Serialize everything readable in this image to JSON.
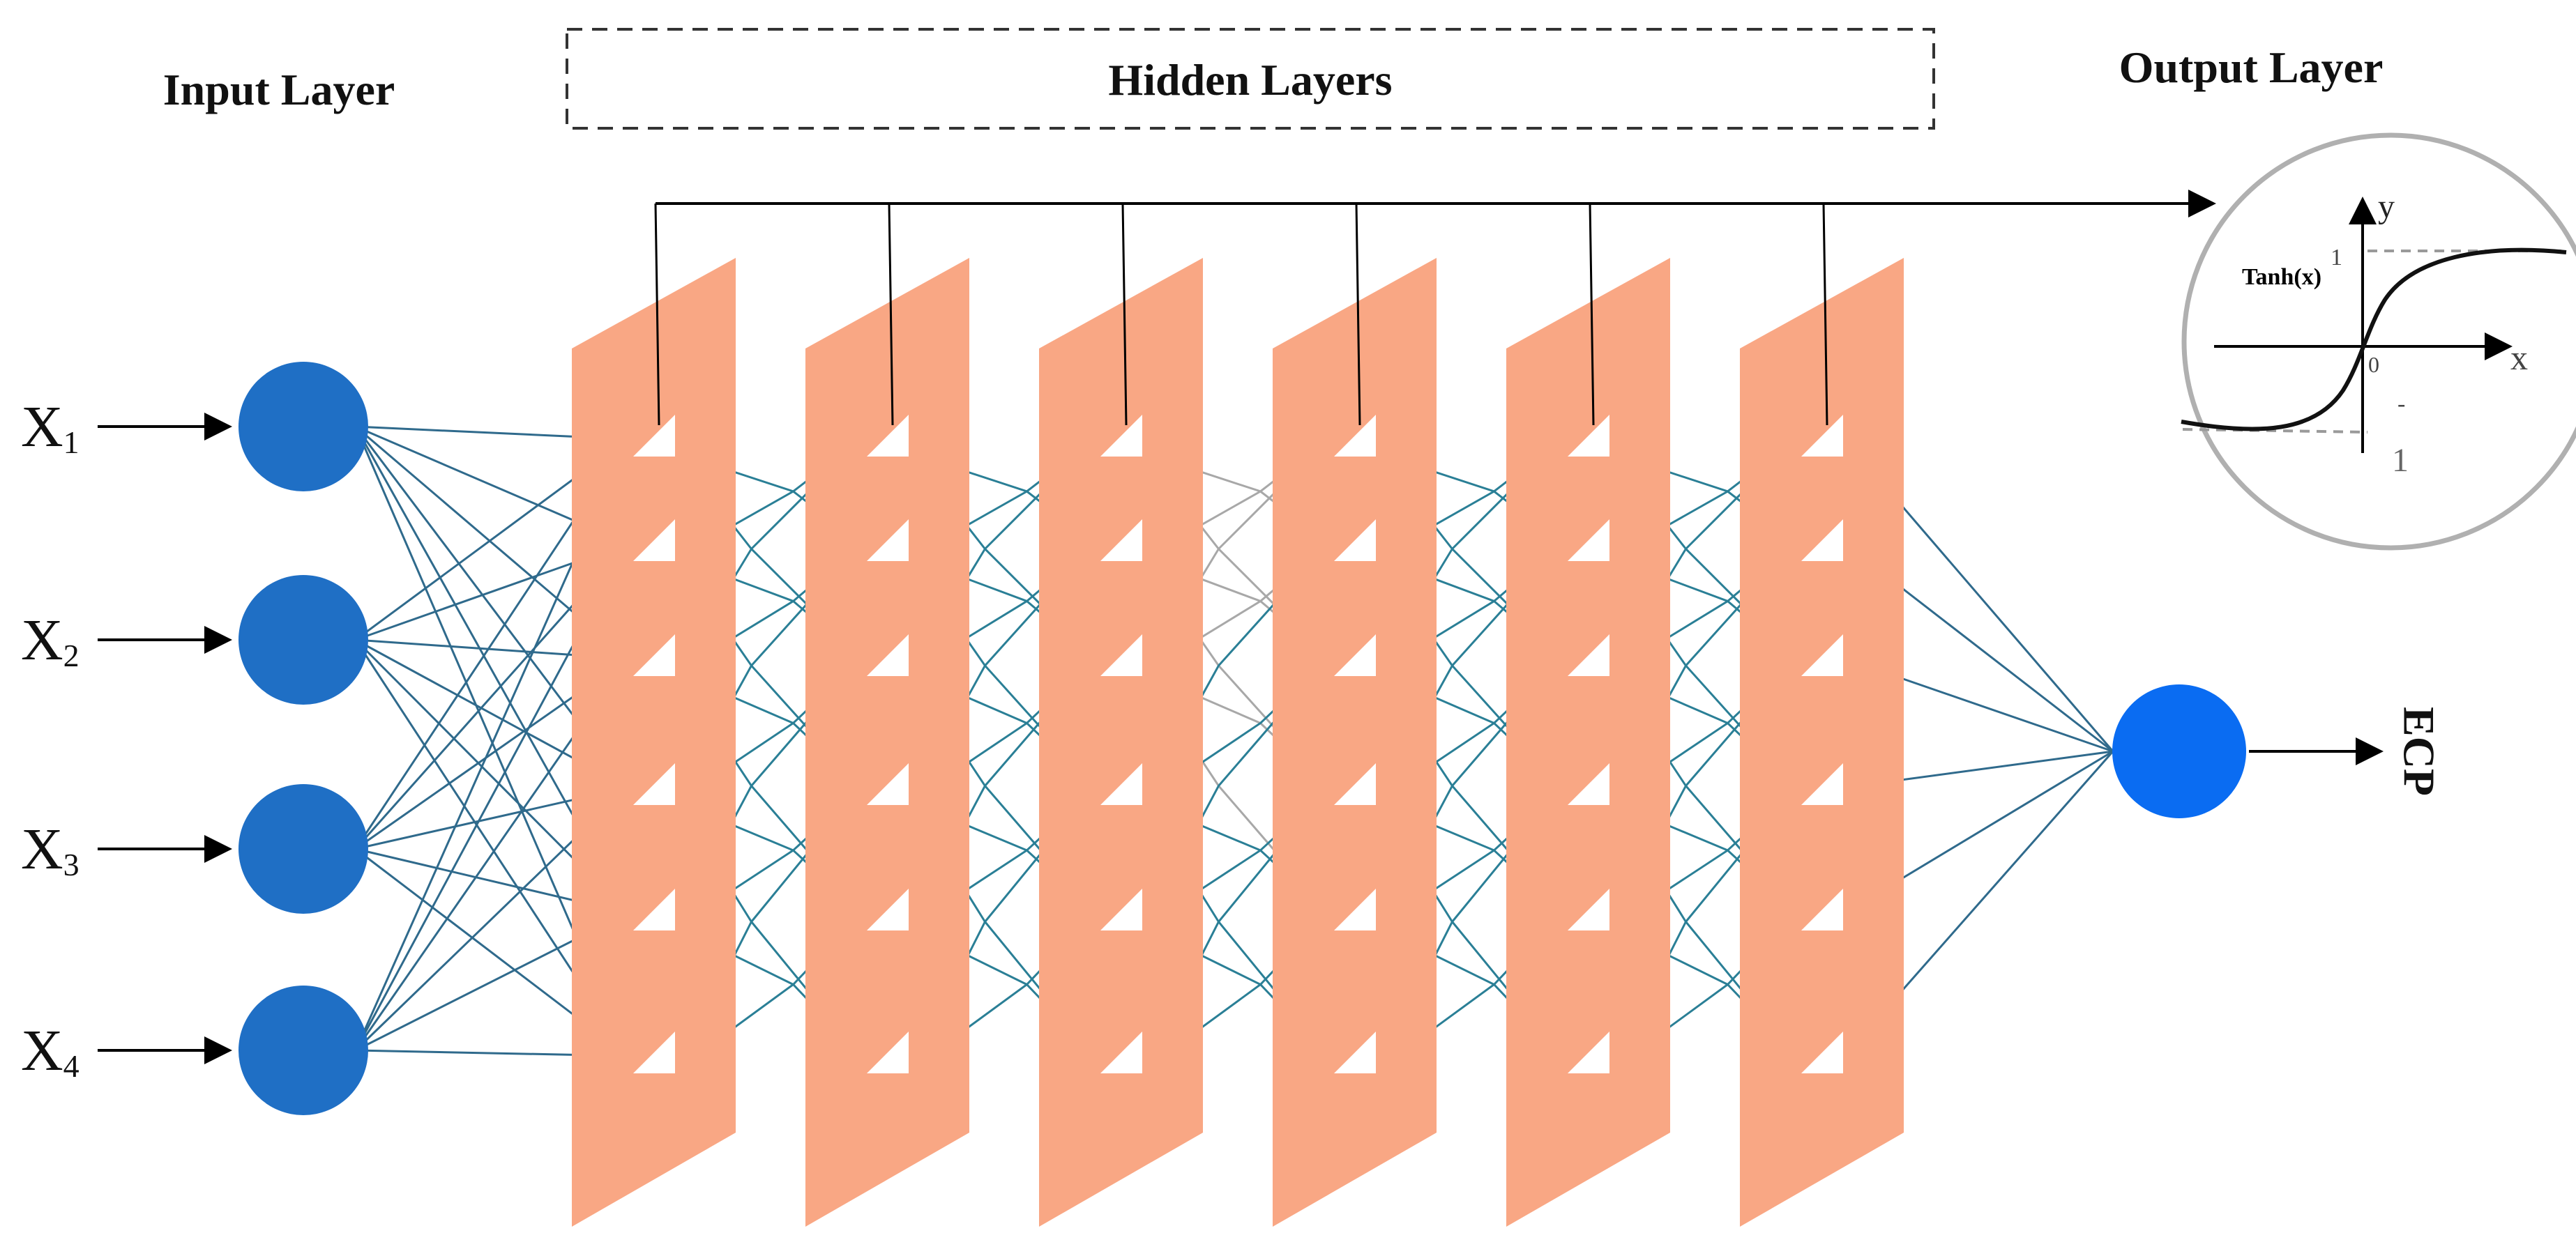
{
  "labels": {
    "input_layer": "Input Layer",
    "hidden_layers": "Hidden Layers",
    "output_layer": "Output Layer",
    "output": "ECP"
  },
  "inputs": [
    {
      "symbol": "X",
      "sub": "1"
    },
    {
      "symbol": "X",
      "sub": "2"
    },
    {
      "symbol": "X",
      "sub": "3"
    },
    {
      "symbol": "X",
      "sub": "4"
    }
  ],
  "activation": {
    "name": "Tanh(x)",
    "y_axis": "y",
    "x_axis": "x",
    "tick_top": "1",
    "origin": "0",
    "tick_bottom_sign": "-",
    "tick_bottom": "1"
  },
  "hidden_layer_count": 6,
  "neurons_per_hidden_layer": 6,
  "colors": {
    "input_node": "#1f6fc5",
    "output_node": "#0a6cf2",
    "hidden_panel": "#f9a784",
    "connections": "#2f6a8c",
    "dashed_box": "#333333"
  }
}
